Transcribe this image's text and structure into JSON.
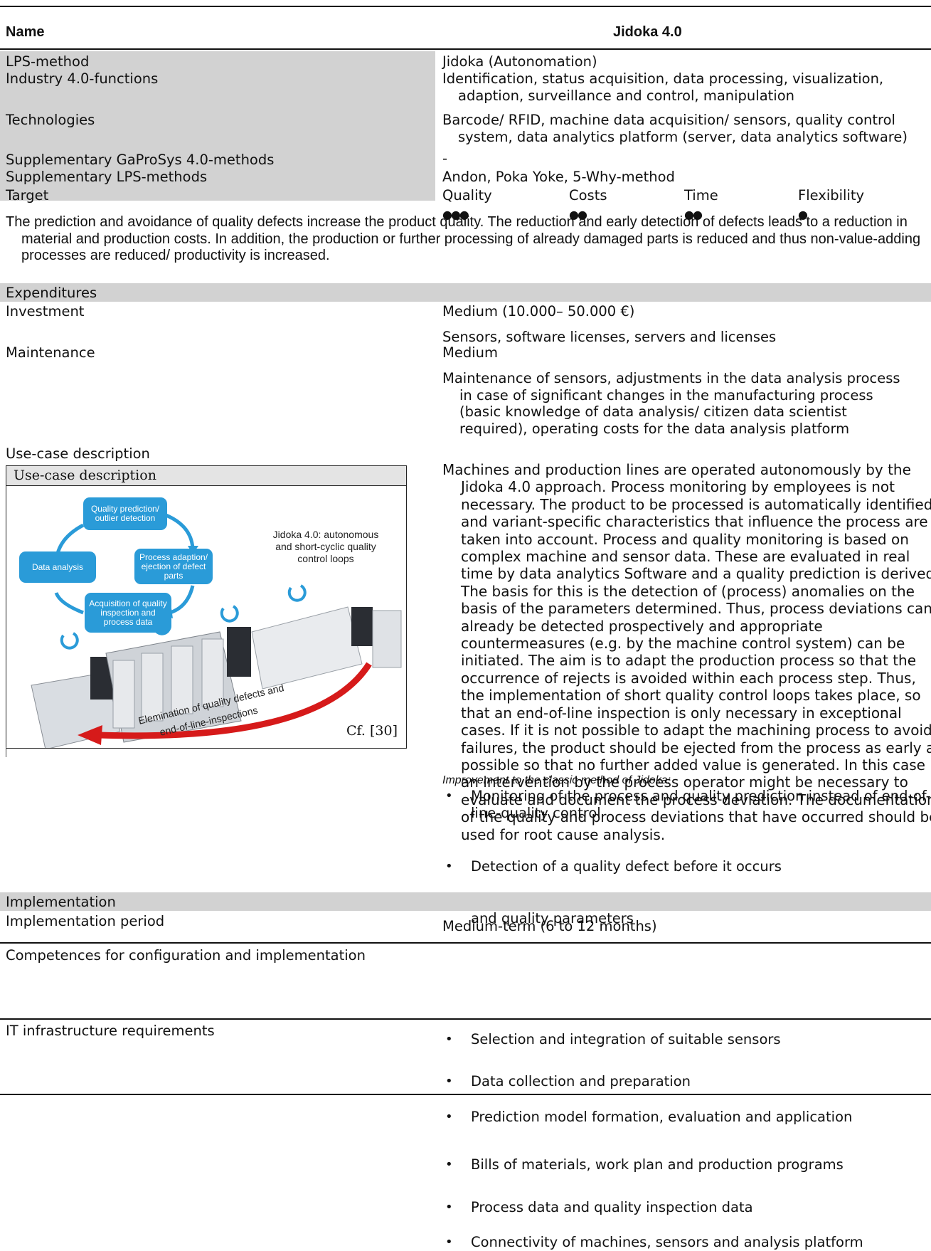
{
  "header": {
    "name_label": "Name",
    "title": "Jidoka 4.0"
  },
  "rows": {
    "lps_method": {
      "label": "LPS-method",
      "value": "Jidoka (Autonomation)"
    },
    "industry_functions": {
      "label": "Industry 4.0-functions",
      "value": "Identification, status acquisition, data processing, visualization, adaption, surveillance and control, manipulation"
    },
    "technologies": {
      "label": "Technologies",
      "value": "Barcode/ RFID, machine data acquisition/ sensors, quality control system, data analytics platform (server, data analytics software)"
    },
    "supp_gaprosys": {
      "label": "Supplementary GaProSys 4.0-methods",
      "value": "-"
    },
    "supp_lps": {
      "label": "Supplementary LPS-methods",
      "value": "Andon, Poka Yoke, 5-Why-method"
    },
    "target": {
      "label": "Target"
    }
  },
  "targets": [
    {
      "name": "Quality",
      "dots": "●●●"
    },
    {
      "name": "Costs",
      "dots": "●●"
    },
    {
      "name": "Time",
      "dots": "●●"
    },
    {
      "name": "Flexibility",
      "dots": "●"
    }
  ],
  "target_text": "The prediction and avoidance of quality defects increase the product quality. The reduction and early detection of defects leads to a reduction in material and production costs. In addition, the production or further processing of already damaged parts is reduced and thus non-value-adding processes are reduced/ productivity is increased.",
  "expenditures": {
    "heading": "Expenditures",
    "investment": {
      "label": "Investment",
      "value": "Medium (10.000– 50.000 €)",
      "detail": "Sensors, software licenses, servers and licenses"
    },
    "maintenance": {
      "label": "Maintenance",
      "value": "Medium",
      "detail": "Maintenance of sensors, adjustments in the data analysis process in case of significant changes in the manufacturing process (basic knowledge of data analysis/ citizen data scientist required), operating costs for the data analysis platform"
    }
  },
  "use_case": {
    "label": "Use-case description",
    "text": "Machines and production lines are operated autonomously by the Jidoka 4.0 approach. Process monitoring by employees is not necessary. The product to be processed is automatically identified and variant-specific characteristics that influence the process are taken into account. Process and quality monitoring is based on complex machine and sensor data. These are evaluated in real time by data analytics Software and a quality prediction is derived. The basis for this is the detection of (process) anomalies on the basis of the parameters determined. Thus, process deviations can already be detected prospectively and appropriate countermeasures (e.g. by the machine control system) can be initiated. The aim is to adapt the production process so that the occurrence of rejects is avoided within each process step. Thus, the implementation of short quality control loops takes place, so that an end-of-line inspection is only necessary in exceptional cases. If it is not possible to adapt the machining process to avoid failures, the product should be ejected from the process as early as possible so that no further added value is generated. In this case an intervention by the process operator might be necessary to evaluate and document the process deviation. The documentation of the quality and process deviations that have occurred should be used for root cause analysis.",
    "improvement_heading": "Improvement to the classic method of Jidoka:",
    "improvements": [
      "Monitoring of the process and quality prediction instead of end-of-line-quality control",
      "Detection of a quality defect before it occurs",
      "Ability to identify complex process relationships between process and quality parameters"
    ]
  },
  "figure": {
    "header": "Use-case description",
    "box_quality": "Quality prediction/ outlier detection",
    "box_data": "Data analysis",
    "box_process": "Process adaption/ ejection of defect parts",
    "box_acq": "Acquisition of quality inspection and process data",
    "label_jidoka": "Jidoka 4.0: autonomous and short-cyclic quality control loops",
    "arrow_text_1": "Elemination of quality defects and",
    "arrow_text_2": "end-of-line-inspections",
    "cf": "Cf. [30]",
    "accent": "#2a9bd8",
    "arrow_color": "#d61a1a"
  },
  "implementation": {
    "heading": "Implementation",
    "period": {
      "label": "Implementation period",
      "value": "Medium-term (6 to 12 months)"
    },
    "competences": {
      "label": "Competences for configuration and implementation",
      "items": [
        "Selection and integration of suitable sensors",
        "Data collection and preparation",
        "Prediction model formation, evaluation and application"
      ]
    },
    "it": {
      "label": "IT infrastructure requirements",
      "items": [
        "Bills of materials, work plan and production programs",
        "Process data and quality inspection data",
        "Connectivity of machines, sensors and analysis platform"
      ]
    }
  }
}
